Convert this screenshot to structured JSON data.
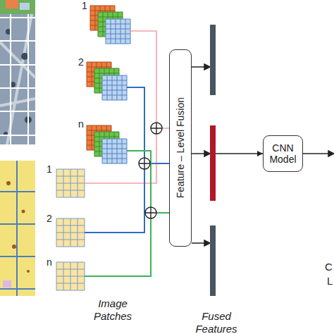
{
  "diagram": {
    "nodes": [
      {
        "text": [
          "Feature – Level Fusion"
        ]
      },
      {
        "text": [
          "CNN Model"
        ]
      }
    ],
    "edges": [
      {
        "from": 0,
        "to": 1,
        "arrow": "to"
      }
    ],
    "labels": [
      "1",
      "2",
      "n",
      "1",
      "2",
      "n",
      "Image Patches",
      "Fused Features",
      "C",
      "L"
    ]
  }
}
